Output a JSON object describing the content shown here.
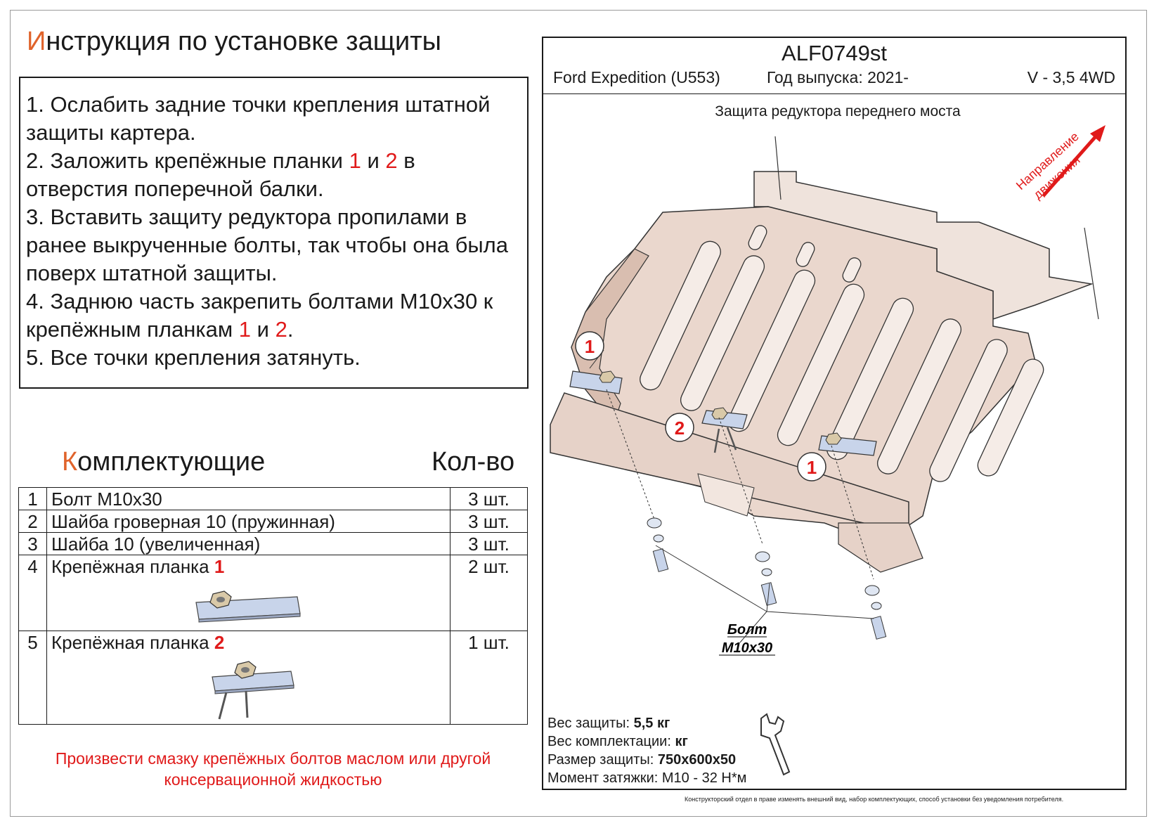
{
  "title": {
    "first_letter": "И",
    "rest": "нструкция по установке защиты"
  },
  "steps": [
    {
      "text": "1. Ослабить задние точки крепления штатной защиты картера."
    },
    {
      "pre": "2. Заложить крепёжные планки ",
      "r1": "1",
      "mid": " и ",
      "r2": "2",
      "post": " в отверстия поперечной балки."
    },
    {
      "text": "3. Вставить защиту редуктора пропилами в ранее выкрученные болты, так чтобы она была поверх штатной защиты."
    },
    {
      "pre": "4. Заднюю часть закрепить болтами М10х30 к крепёжным планкам ",
      "r1": "1",
      "mid": " и ",
      "r2": "2",
      "post": "."
    },
    {
      "text": "5. Все точки крепления затянуть."
    }
  ],
  "parts_heading": {
    "first_letter": "К",
    "rest": "омплектующие"
  },
  "qty_heading": "Кол-во",
  "parts": [
    {
      "num": "1",
      "name": "Болт М10х30",
      "qty": "3 шт."
    },
    {
      "num": "2",
      "name": "Шайба гроверная 10 (пружинная)",
      "qty": "3 шт."
    },
    {
      "num": "3",
      "name": "Шайба 10 (увеличенная)",
      "qty": "3 шт."
    },
    {
      "num": "4",
      "name": "Крепёжная планка ",
      "tag": "1",
      "qty": "2 шт."
    },
    {
      "num": "5",
      "name": "Крепёжная планка ",
      "tag": "2",
      "qty": "1 шт."
    }
  ],
  "note": "Произвести смазку крепёжных болтов маслом или другой консервационной жидкостью",
  "header": {
    "model_code": "ALF0749st",
    "vehicle": "Ford Expedition (U553)",
    "year": "Год выпуска: 2021-",
    "engine": "V - 3,5 4WD"
  },
  "part_name": "Защита редуктора переднего моста",
  "direction": {
    "line1": "Направление",
    "line2": "движения"
  },
  "callouts": [
    "1",
    "2",
    "1"
  ],
  "bolt_label": {
    "line1": "Болт",
    "line2": "М10х30"
  },
  "specs": {
    "weight_label": "Вес защиты: ",
    "weight": "5,5 кг",
    "kit_label": "Вес комплектации: ",
    "kit": "кг",
    "size_label": "Размер защиты: ",
    "size": "750х600х50",
    "torque": "Момент затяжки: М10 - 32 Н*м"
  },
  "disclaimer": "Конструкторский отдел в праве изменять внешний вид, набор комплектующих, способ установки без уведомления потребителя.",
  "colors": {
    "accent": "#e0632b",
    "red": "#e01a1a",
    "plate": "#e8d5cb",
    "bracket": "#c8d4ea"
  },
  "icons": [
    "wrench-icon",
    "direction-arrow-icon",
    "nut-icon"
  ]
}
